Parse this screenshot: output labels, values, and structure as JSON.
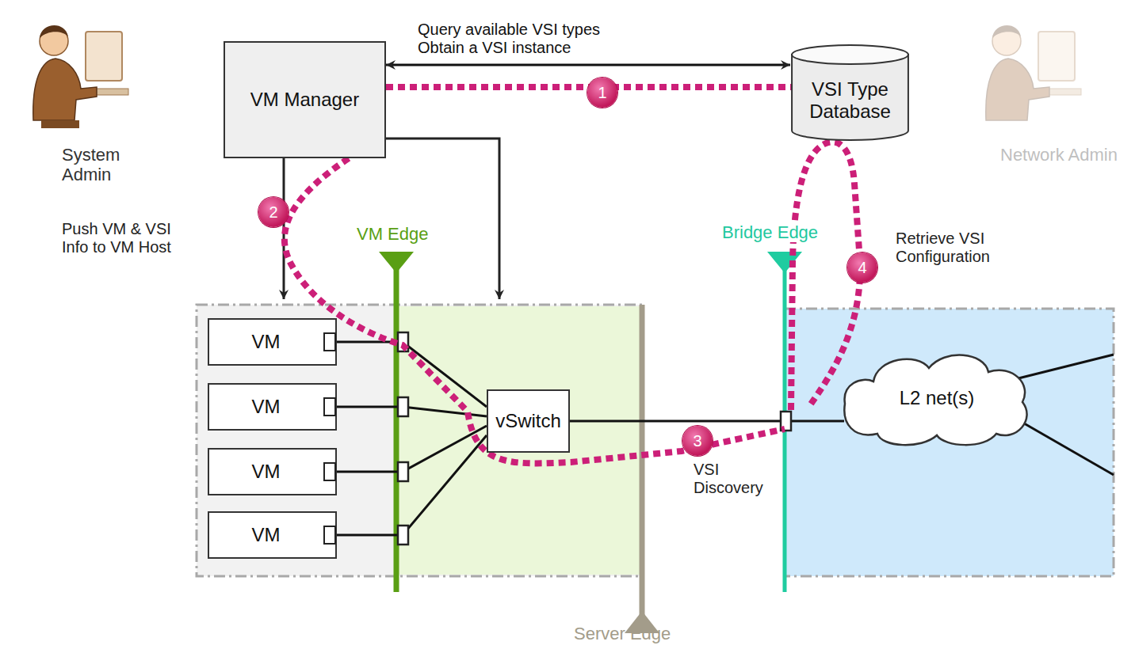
{
  "diagram": {
    "nodes": [
      {
        "text": [
          "VM Manager"
        ]
      },
      {
        "text": [
          "VSI Type Database"
        ]
      },
      {
        "text": [
          "VM"
        ]
      },
      {
        "text": [
          "VM"
        ]
      },
      {
        "text": [
          "VM"
        ]
      },
      {
        "text": [
          "VM"
        ]
      },
      {
        "text": [
          "vSwitch"
        ]
      },
      {
        "text": [
          "L2 net(s)"
        ]
      }
    ],
    "edges": [
      {
        "from": 0,
        "to": 1,
        "arrow": "both",
        "label": "Query available VSI types Obtain a VSI instance"
      },
      {
        "from": 2,
        "to": 6,
        "arrow": "none"
      },
      {
        "from": 3,
        "to": 6,
        "arrow": "none"
      },
      {
        "from": 4,
        "to": 6,
        "arrow": "none"
      },
      {
        "from": 5,
        "to": 6,
        "arrow": "none"
      },
      {
        "from": 6,
        "to": 7,
        "arrow": "none"
      }
    ],
    "labels": [
      "System Admin",
      "Network Admin",
      "Push VM & VSI Info to VM Host",
      "VM Edge",
      "Bridge Edge",
      "Server Edge",
      "Retrieve VSI Configuration",
      "VSI Discovery",
      "1",
      "2",
      "3",
      "4"
    ]
  }
}
